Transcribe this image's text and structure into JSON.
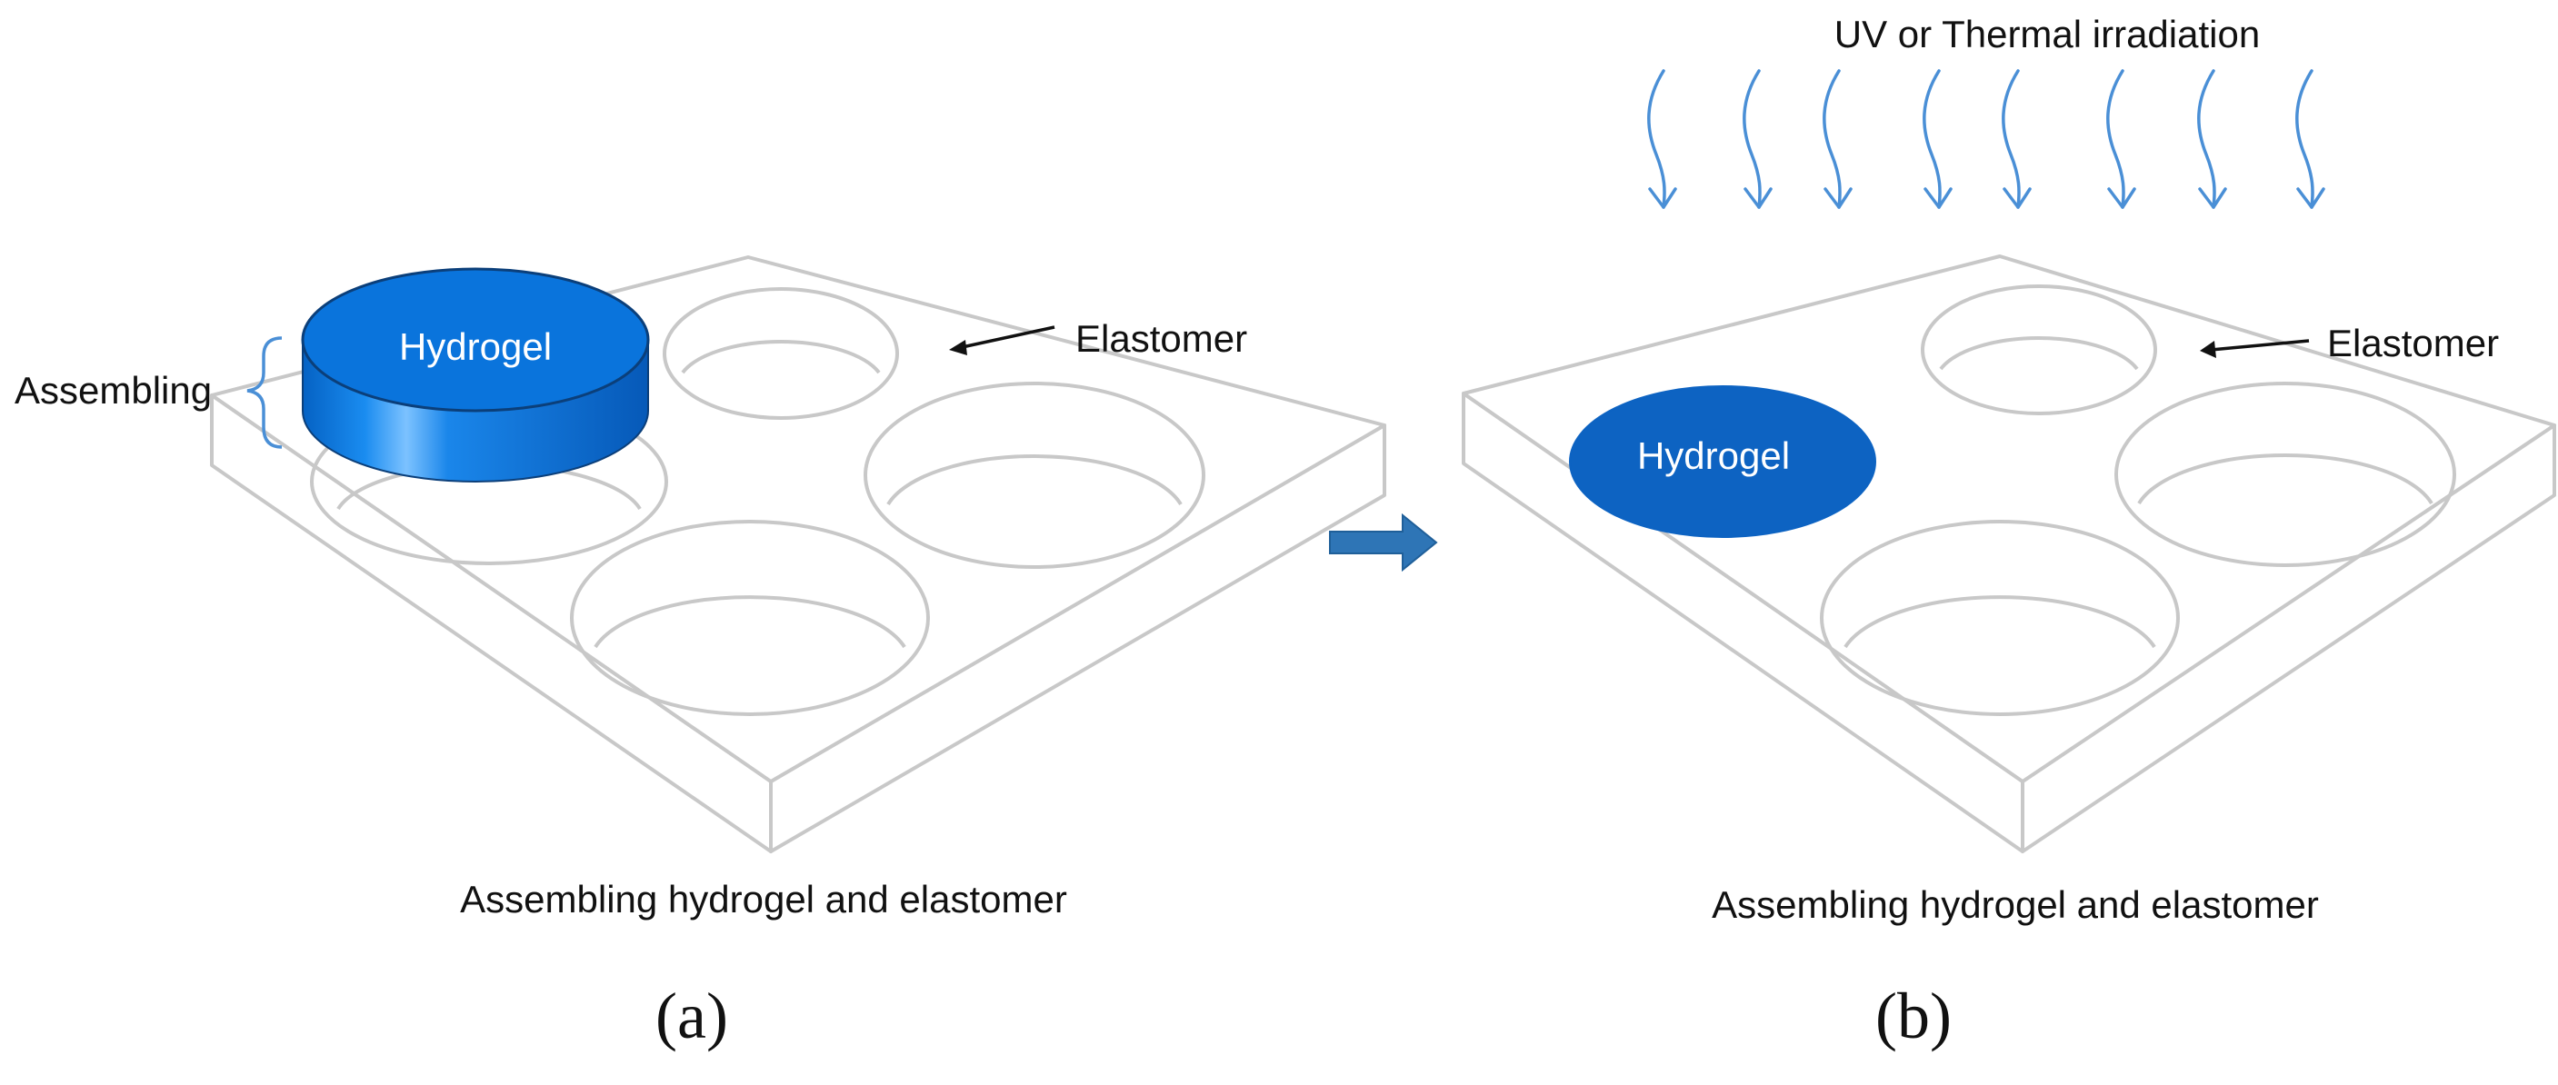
{
  "panels": [
    {
      "id": "a",
      "hydrogel_label": "Hydrogel",
      "elastomer_label": "Elastomer",
      "assembling_label": "Assembling",
      "caption": "Assembling hydrogel and elastomer",
      "letter": "(a)"
    },
    {
      "id": "b",
      "hydrogel_label": "Hydrogel",
      "elastomer_label": "Elastomer",
      "irradiation_label": "UV or Thermal irradiation",
      "caption": "Assembling hydrogel and elastomer",
      "letter": "(b)"
    }
  ],
  "colors": {
    "hydrogel_top": "#0a74dc",
    "hydrogel_side": "#0a6fd6",
    "hydrogel_flat": "#0d63c2",
    "plate_outline": "#c8c8c8",
    "rays": "#4a8fd6",
    "arrow": "#2e75b6"
  }
}
